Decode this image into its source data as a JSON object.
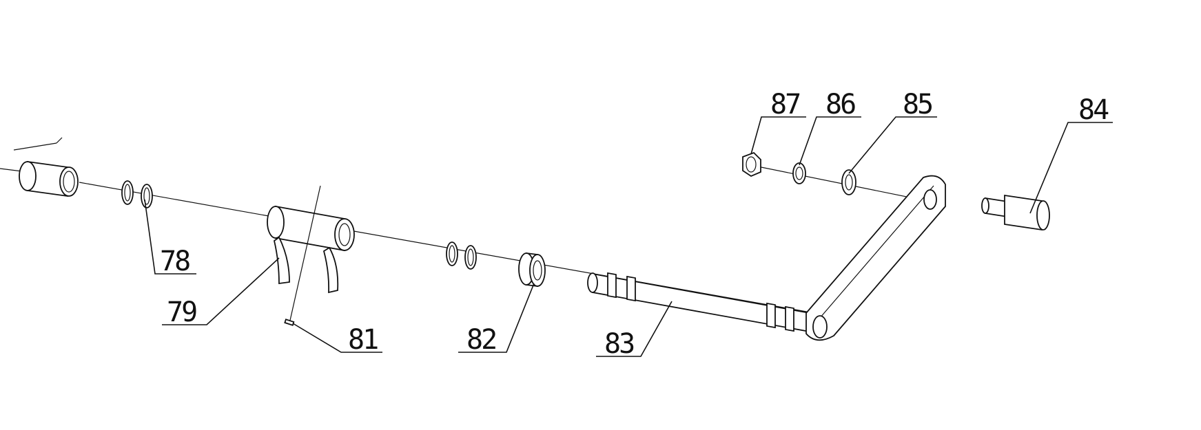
{
  "parts": [
    {
      "id": "78",
      "label": "78"
    },
    {
      "id": "79",
      "label": "79"
    },
    {
      "id": "81",
      "label": "81"
    },
    {
      "id": "82",
      "label": "82"
    },
    {
      "id": "83",
      "label": "83"
    },
    {
      "id": "84",
      "label": "84"
    },
    {
      "id": "85",
      "label": "85"
    },
    {
      "id": "86",
      "label": "86"
    },
    {
      "id": "87",
      "label": "87"
    }
  ]
}
